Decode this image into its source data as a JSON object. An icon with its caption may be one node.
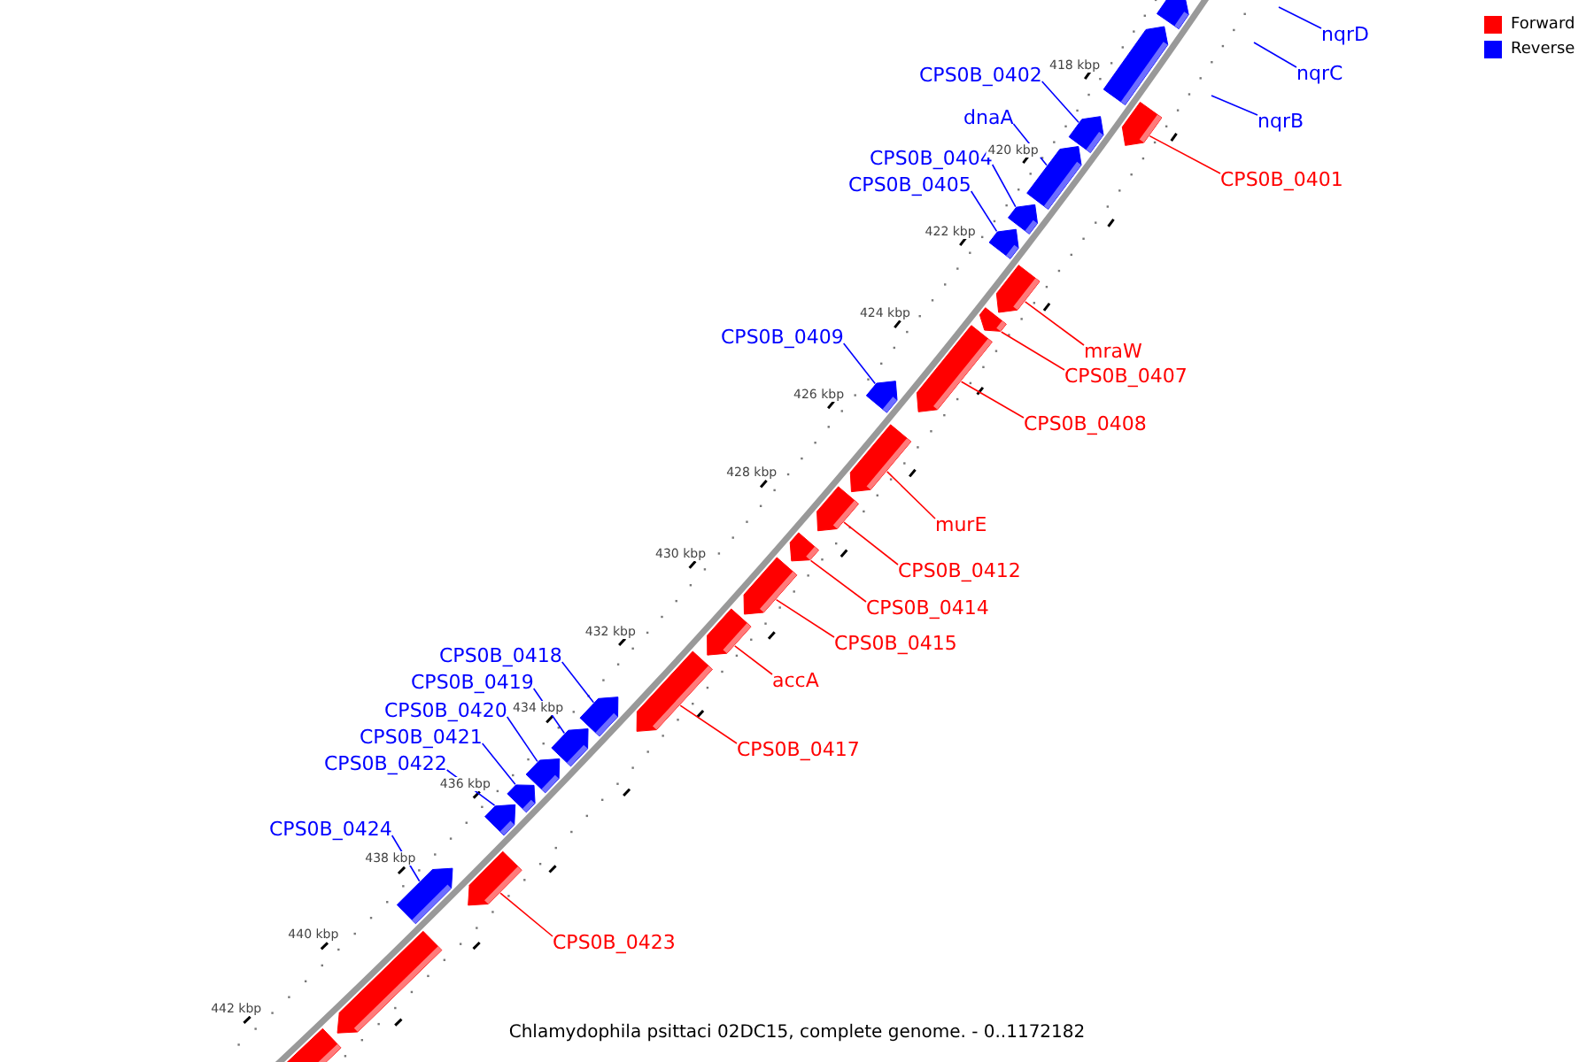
{
  "diagram": {
    "caption": "Chlamydophila psittaci 02DC15, complete genome. - 0..1172182",
    "nodes": [
      {
        "text": [],
        "shape": "bar"
      },
      {
        "text": [],
        "shape": "bar"
      },
      {
        "text": [],
        "shape": "bar"
      },
      {
        "text": [],
        "shape": "bar"
      },
      {
        "text": [],
        "shape": "bar"
      },
      {
        "text": [],
        "shape": "bar"
      },
      {
        "text": [],
        "shape": "bar"
      },
      {
        "text": [],
        "shape": "bar"
      },
      {
        "text": [],
        "shape": "bar"
      },
      {
        "text": [],
        "shape": "bar"
      },
      {
        "text": [],
        "shape": "bar"
      },
      {
        "text": [],
        "shape": "bar"
      },
      {
        "text": [],
        "shape": "bar"
      },
      {
        "text": [],
        "shape": "bar"
      },
      {
        "text": [],
        "shape": "bar"
      },
      {
        "text": [],
        "shape": "bar"
      },
      {
        "text": [],
        "shape": "bar"
      },
      {
        "text": [],
        "shape": "bar"
      },
      {
        "text": [],
        "shape": "bar"
      },
      {
        "text": [],
        "shape": "bar"
      },
      {
        "text": [],
        "shape": "bar"
      },
      {
        "text": [],
        "shape": "bar"
      },
      {
        "text": [],
        "shape": "bar"
      },
      {
        "text": [],
        "shape": "bar"
      },
      {
        "text": [],
        "shape": "bar"
      },
      {
        "text": [],
        "shape": "bar"
      },
      {
        "text": [
          "nqrD"
        ]
      },
      {
        "text": [
          "nqrC"
        ]
      },
      {
        "text": [
          "nqrB"
        ]
      },
      {
        "text": [
          "CPS0B_0401"
        ]
      },
      {
        "text": [
          "CPS0B_0402"
        ]
      },
      {
        "text": [
          "dnaA"
        ]
      },
      {
        "text": [
          "CPS0B_0404"
        ]
      },
      {
        "text": [
          "CPS0B_0405"
        ]
      },
      {
        "text": [
          "mraW"
        ]
      },
      {
        "text": [
          "CPS0B_0407"
        ]
      },
      {
        "text": [
          "CPS0B_0408"
        ]
      },
      {
        "text": [
          "CPS0B_0409"
        ]
      },
      {
        "text": [
          "murE"
        ]
      },
      {
        "text": [
          "CPS0B_0412"
        ]
      },
      {
        "text": [
          "CPS0B_0414"
        ]
      },
      {
        "text": [
          "CPS0B_0415"
        ]
      },
      {
        "text": [
          "accA"
        ]
      },
      {
        "text": [
          "CPS0B_0417"
        ]
      },
      {
        "text": [
          "CPS0B_0418"
        ]
      },
      {
        "text": [
          "CPS0B_0419"
        ]
      },
      {
        "text": [
          "CPS0B_0420"
        ]
      },
      {
        "text": [
          "CPS0B_0421"
        ]
      },
      {
        "text": [
          "CPS0B_0422"
        ]
      },
      {
        "text": [
          "CPS0B_0424"
        ]
      },
      {
        "text": [
          "CPS0B_0423"
        ]
      }
    ],
    "edges": [
      {
        "from": 26,
        "to": null,
        "arrow": "none"
      },
      {
        "from": 27,
        "to": null,
        "arrow": "none"
      },
      {
        "from": 28,
        "to": null,
        "arrow": "none"
      },
      {
        "from": 29,
        "to": 2,
        "arrow": "none",
        "color": "#ff0000"
      },
      {
        "from": 30,
        "to": 3,
        "arrow": "none"
      },
      {
        "from": 31,
        "to": 4,
        "arrow": "none"
      },
      {
        "from": 32,
        "to": 5,
        "arrow": "none"
      },
      {
        "from": 33,
        "to": 6,
        "arrow": "none"
      },
      {
        "from": 34,
        "to": 7,
        "arrow": "none",
        "color": "#ff0000"
      },
      {
        "from": 35,
        "to": 8,
        "arrow": "none",
        "color": "#ff0000"
      },
      {
        "from": 36,
        "to": 9,
        "arrow": "none",
        "color": "#ff0000"
      },
      {
        "from": 37,
        "to": 10,
        "arrow": "none"
      },
      {
        "from": 38,
        "to": 11,
        "arrow": "none",
        "color": "#ff0000"
      },
      {
        "from": 39,
        "to": 12,
        "arrow": "none",
        "color": "#ff0000"
      },
      {
        "from": 40,
        "to": 13,
        "arrow": "none",
        "color": "#ff0000"
      },
      {
        "from": 41,
        "to": 14,
        "arrow": "none",
        "color": "#ff0000"
      },
      {
        "from": 42,
        "to": 15,
        "arrow": "none",
        "color": "#ff0000"
      },
      {
        "from": 43,
        "to": 16,
        "arrow": "none",
        "color": "#ff0000"
      },
      {
        "from": 44,
        "to": 17,
        "arrow": "none"
      },
      {
        "from": 45,
        "to": 18,
        "arrow": "none"
      },
      {
        "from": 46,
        "to": 19,
        "arrow": "none"
      },
      {
        "from": 47,
        "to": 20,
        "arrow": "none"
      },
      {
        "from": 48,
        "to": 21,
        "arrow": "none"
      },
      {
        "from": 49,
        "to": 23,
        "arrow": "none"
      },
      {
        "from": 50,
        "to": 22,
        "arrow": "none",
        "color": "#ff0000"
      }
    ],
    "labels": [
      "418 kbp",
      "420 kbp",
      "422 kbp",
      "424 kbp",
      "426 kbp",
      "428 kbp",
      "430 kbp",
      "432 kbp",
      "434 kbp",
      "436 kbp",
      "438 kbp",
      "440 kbp",
      "442 kbp"
    ],
    "legend": [
      {
        "text": "Forward",
        "color": "#ff0000"
      },
      {
        "text": "Reverse",
        "color": "#0000ff"
      }
    ]
  }
}
